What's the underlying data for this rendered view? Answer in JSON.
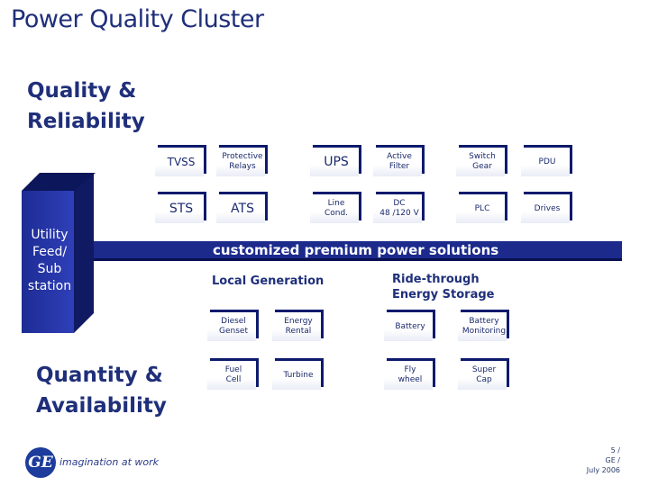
{
  "title": "Power Quality Cluster",
  "quality_label": [
    "Quality &",
    "Reliability"
  ],
  "quantity_label": [
    "Quantity &",
    "Availability"
  ],
  "utility_label": "Utility\nFeed/\nSub\nstation",
  "bar_text": "customized premium power solutions",
  "top_row": [
    "TVSS",
    "Protective\nRelays",
    "UPS",
    "Active\nFilter",
    "Switch\nGear",
    "PDU"
  ],
  "second_row": [
    "STS",
    "ATS",
    "Line\nCond.",
    "DC\n48 /120 V",
    "PLC",
    "Drives"
  ],
  "local_generation": {
    "title": "Local Generation",
    "items": [
      "Diesel\nGenset",
      "Energy\nRental",
      "Fuel\nCell",
      "Turbine"
    ]
  },
  "ride_through": {
    "title": [
      "Ride-through",
      "Energy Storage"
    ],
    "items": [
      "Battery",
      "Battery\nMonitoring",
      "Fly\nwheel",
      "Super\nCap"
    ]
  },
  "footer": {
    "logo": "GE",
    "tagline": "imagination at work",
    "slide_info": [
      "5 /",
      "GE /",
      "July 2006"
    ]
  },
  "colors": {
    "accent": "#1c2a8c",
    "text": "#1f2f7a"
  }
}
